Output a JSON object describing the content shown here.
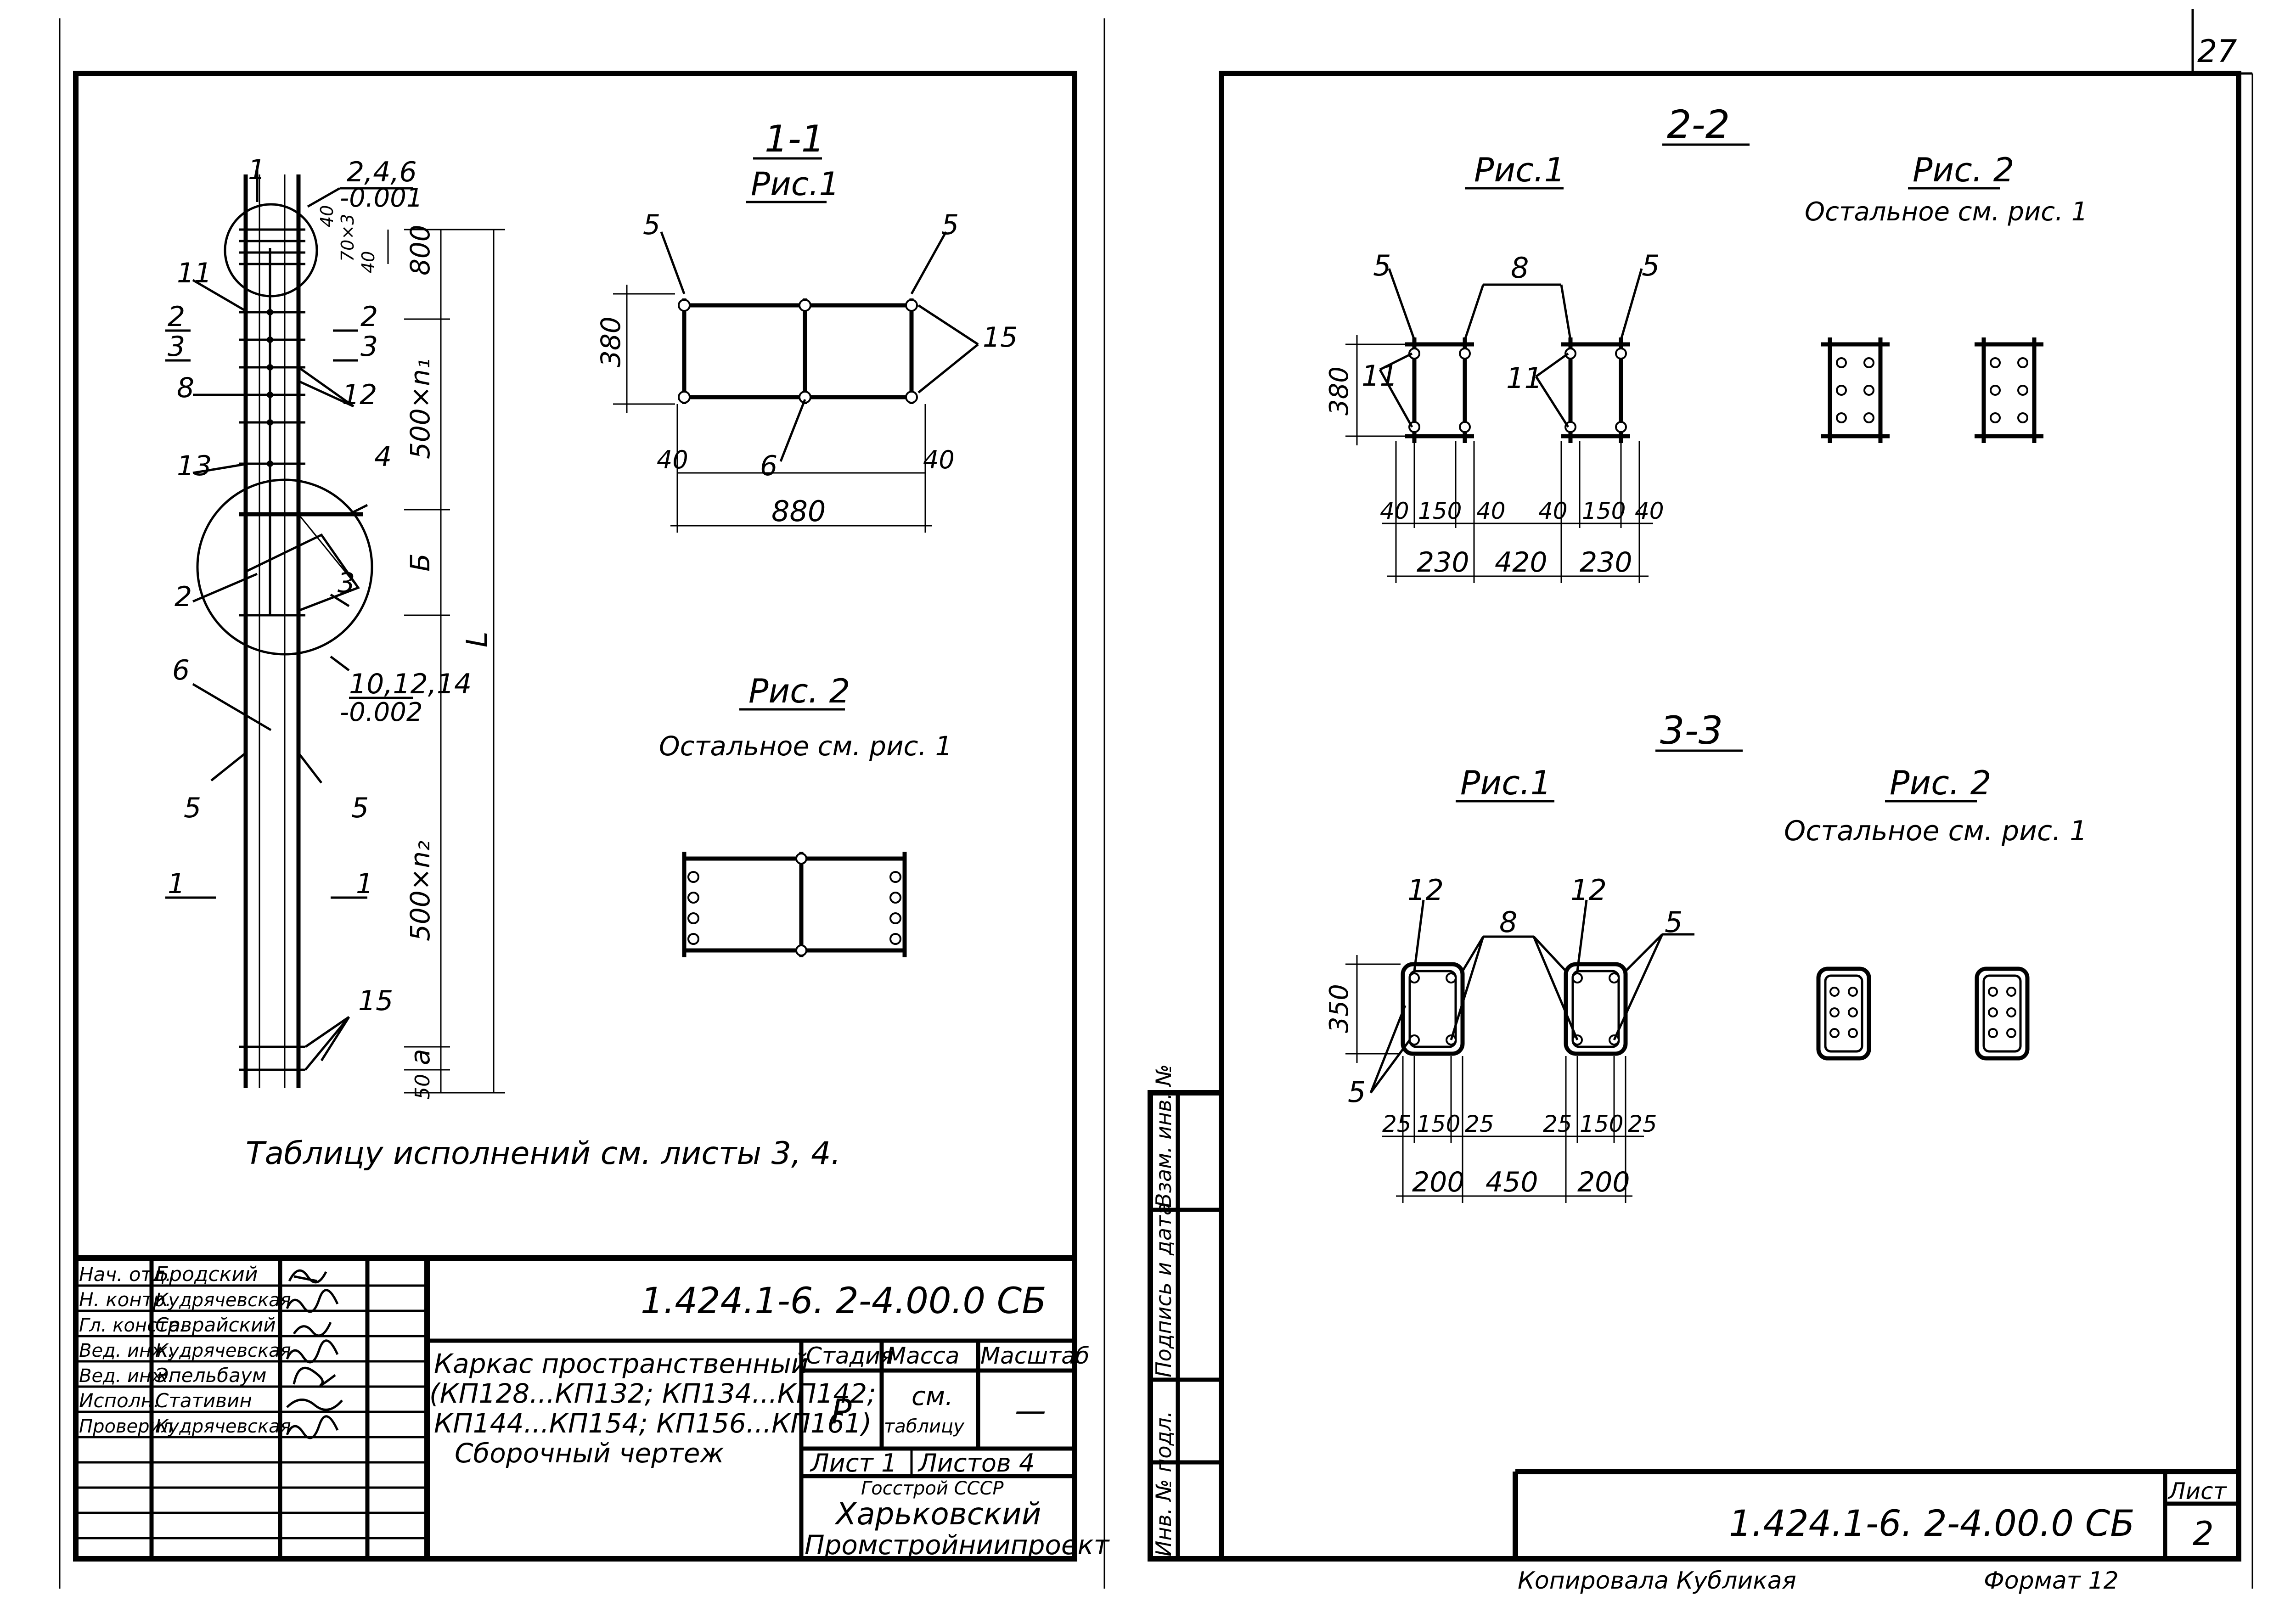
{
  "page_number": "27",
  "sheet1": {
    "elevation": {
      "callouts": [
        "1",
        "11",
        "8",
        "13",
        "2",
        "6",
        "5",
        "5",
        "15",
        "12",
        "4",
        "3"
      ],
      "detail_top": {
        "marks": "2,4,6",
        "tol": "-0.001"
      },
      "detail_mid": {
        "marks": "10,12,14",
        "tol": "-0.002"
      },
      "dims": [
        "800",
        "500×n₁",
        "Б",
        "L",
        "500×n₂",
        "a",
        "50",
        "40",
        "70×3",
        "40"
      ],
      "cuts": [
        "2",
        "3",
        "1"
      ]
    },
    "section_1_1": {
      "title": "1-1",
      "subtitle": "Рис.1",
      "callouts": [
        "5",
        "5",
        "15",
        "6"
      ],
      "dims": [
        "380",
        "40",
        "40",
        "880"
      ]
    },
    "fig2": {
      "title": "Рис. 2",
      "note": "Остальное см. рис. 1"
    },
    "table_note": "Таблицу исполнений см. листы 3, 4.",
    "title_block": {
      "roles": [
        "Нач. отд.",
        "Н. контр.",
        "Гл. констр.",
        "Вед. инж.",
        "Вед. инж.",
        "Исполн.",
        "Проверил"
      ],
      "names": [
        "Бродский",
        "Кудрячевская",
        "Саврайский",
        "Кудрячевская",
        "Эпельбаум",
        "Стативин",
        "Кудрячевская"
      ],
      "doc_code": "1.424.1-6. 2-4.00.0 СБ",
      "name_lines": [
        "Каркас пространственный",
        "(КП128...КП132; КП134...КП142;",
        "КП144...КП154; КП156...КП161)",
        "Сборочный чертеж"
      ],
      "stage_header": "Стадия",
      "mass_header": "Масса",
      "scale_header": "Масштаб",
      "stage": "Р",
      "mass": "см.",
      "mass_note": "таблицу",
      "scale": "—",
      "sheet_label": "Лист 1",
      "sheets_label": "Листов 4",
      "org_line1": "Госстрой СССР",
      "org_line2": "Харьковский",
      "org_line3": "Промстройниипроект"
    }
  },
  "sheet2": {
    "section_2_2": {
      "title": "2-2",
      "fig1": "Рис.1",
      "fig2": "Рис. 2",
      "fig2_note": "Остальное см. рис. 1",
      "callouts": [
        "5",
        "8",
        "5",
        "11",
        "11"
      ],
      "dims_v": [
        "380"
      ],
      "dims_small": [
        "40",
        "150",
        "40",
        "40",
        "150",
        "40"
      ],
      "dims_big": [
        "230",
        "420",
        "230"
      ]
    },
    "section_3_3": {
      "title": "3-3",
      "fig1": "Рис.1",
      "fig2": "Рис. 2",
      "fig2_note": "Остальное см. рис. 1",
      "callouts": [
        "12",
        "12",
        "8",
        "5",
        "5"
      ],
      "dims_v": [
        "350"
      ],
      "dims_small": [
        "25",
        "150",
        "25",
        "25",
        "150",
        "25"
      ],
      "dims_big": [
        "200",
        "450",
        "200"
      ]
    },
    "stamp_side": [
      "Инв. № подл.",
      "Подпись и дата",
      "Взам. инв. №"
    ],
    "doc_code": "1.424.1-6. 2-4.00.0 СБ",
    "sheet_label": "Лист",
    "sheet_no": "2",
    "footer_copied": "Копировала Кубликая",
    "footer_format": "Формат 12"
  }
}
